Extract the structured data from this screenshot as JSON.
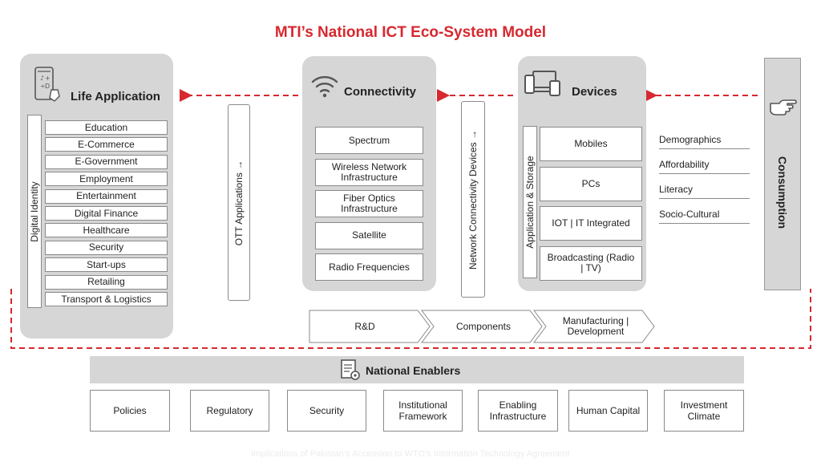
{
  "title": "MTI’s National ICT Eco-System Model",
  "life_application": {
    "heading": "Life Application",
    "side_label": "Digital Identity",
    "items": [
      "Education",
      "E-Commerce",
      "E-Government",
      "Employment",
      "Entertainment",
      "Digital Finance",
      "Healthcare",
      "Security",
      "Start-ups",
      "Retailing",
      "Transport & Logistics"
    ]
  },
  "ott_label": "OTT Applications →",
  "connectivity": {
    "heading": "Connectivity",
    "items": [
      {
        "line1": "Spectrum",
        "line2": ""
      },
      {
        "line1": "Wireless Network",
        "line2": "Infrastructure"
      },
      {
        "line1": "Fiber Optics",
        "line2": "Infrastructure"
      },
      {
        "line1": "Satellite",
        "line2": ""
      },
      {
        "line1": "Radio Frequencies",
        "line2": ""
      }
    ]
  },
  "network_label": "Network Connectivity Devices →",
  "devices": {
    "heading": "Devices",
    "side_label": "Application & Storage",
    "items": [
      {
        "line1": "Mobiles",
        "line2": ""
      },
      {
        "line1": "PCs",
        "line2": ""
      },
      {
        "line1": "IOT | IT Integrated",
        "line2": ""
      },
      {
        "line1": "Broadcasting (Radio",
        "line2": "| TV)"
      }
    ]
  },
  "factors": [
    "Demographics",
    "Affordability",
    "Literacy",
    "Socio-Cultural"
  ],
  "consumption_label": "Consumption",
  "value_chain": [
    {
      "line1": "R&D",
      "line2": ""
    },
    {
      "line1": "Components",
      "line2": ""
    },
    {
      "line1": "Manufacturing  |",
      "line2": "Development"
    }
  ],
  "enablers": {
    "heading": "National Enablers",
    "items": [
      {
        "line1": "Policies",
        "line2": ""
      },
      {
        "line1": "Regulatory",
        "line2": ""
      },
      {
        "line1": "Security",
        "line2": ""
      },
      {
        "line1": "Institutional",
        "line2": "Framework"
      },
      {
        "line1": "Enabling",
        "line2": "Infrastructure"
      },
      {
        "line1": "Human  Capital",
        "line2": ""
      },
      {
        "line1": "Investment",
        "line2": "Climate"
      }
    ]
  },
  "footer": "Implications  of Pakistan’s Accession  to WTO’s Information  Technology Agreement",
  "colors": {
    "accent": "#d7282f",
    "panel": "#d6d6d6",
    "border": "#8a8a8a"
  }
}
